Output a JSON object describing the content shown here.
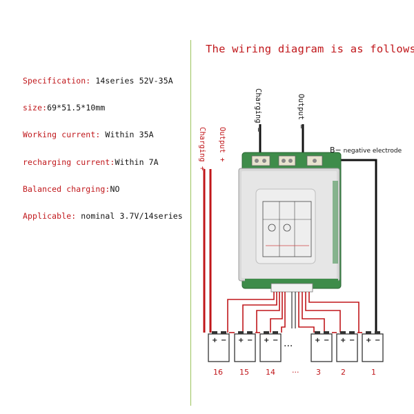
{
  "title": "The wiring diagram is as follows",
  "specs": [
    {
      "label": "Specification:",
      "value": " 14series 52V-35A"
    },
    {
      "label": "size:",
      "value": "69*51.5*10mm"
    },
    {
      "label": "Working current:",
      "value": " Within 35A"
    },
    {
      "label": "recharging current:",
      "value": "Within 7A"
    },
    {
      "label": "Balanced charging:",
      "value": "NO"
    },
    {
      "label": "Applicable:",
      "value": " nominal 3.7V/14series"
    }
  ],
  "wire_labels": {
    "charging_minus": "Charging −",
    "output_minus": "Output −",
    "charging_plus": "Charging +",
    "output_plus": "Output +"
  },
  "b_minus": {
    "label": "B−",
    "desc": " negative electrode"
  },
  "cell_numbers": [
    "16",
    "15",
    "14",
    "···",
    "3",
    "2",
    "1"
  ],
  "dots": "···",
  "colors": {
    "red": "#c0161a",
    "wire": "#111111",
    "divider": "#9bc25a",
    "pcb": "#3e8c4a"
  }
}
